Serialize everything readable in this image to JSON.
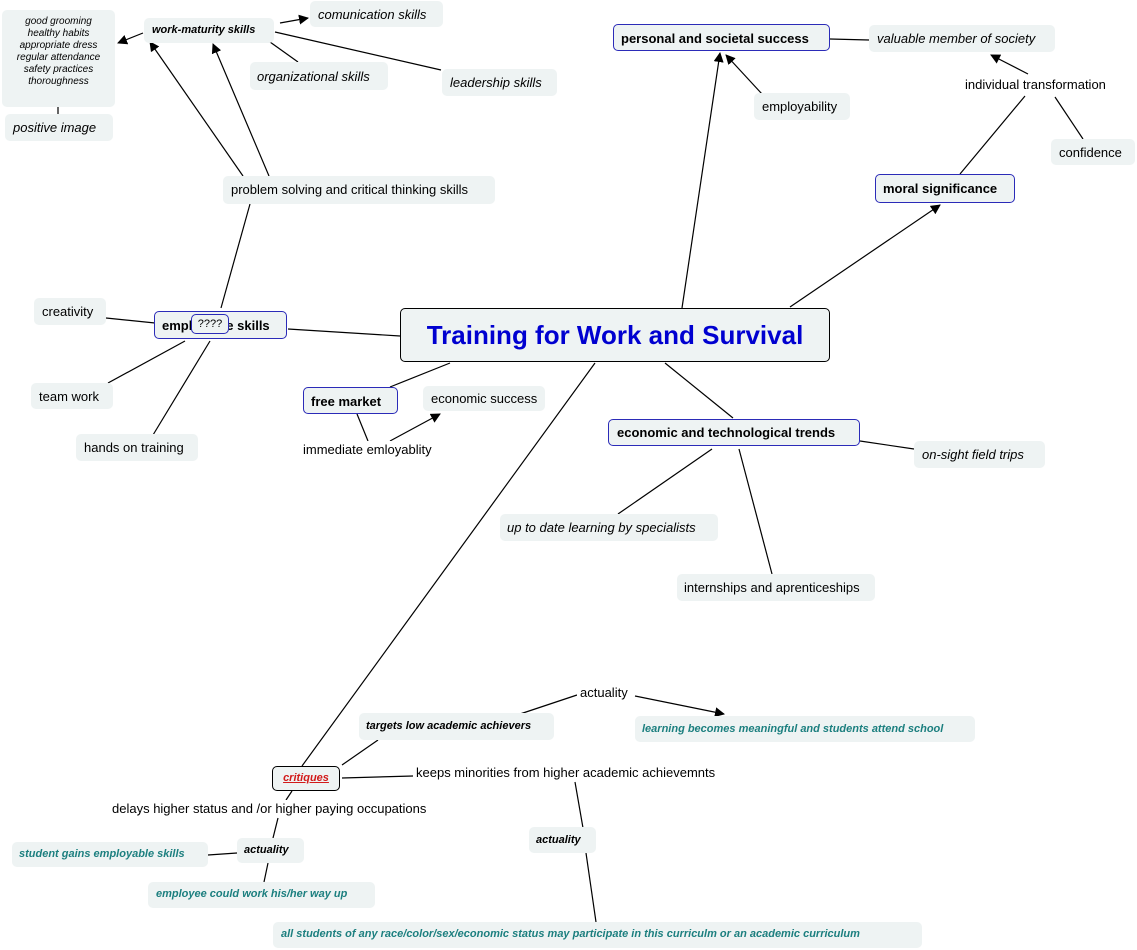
{
  "title": "Training for Work and Survival",
  "nodes": {
    "work_maturity": "work-maturity skills",
    "grooming_list": [
      "good grooming",
      "healthy habits",
      "appropriate dress",
      "regular attendance",
      "safety practices",
      "thoroughness"
    ],
    "positive_image": "positive image",
    "communication": "comunication skills",
    "organizational": "organizational skills",
    "leadership": "leadership skills",
    "problem_solving": "problem solving and critical thinking skills",
    "creativity": "creativity",
    "employable": "employable skills",
    "qmarks": "????",
    "team_work": "team work",
    "hands_on": "hands on training",
    "free_market": "free market",
    "economic_success": "economic success",
    "immediate": "immediate emloyablity",
    "personal_success": "personal and societal success",
    "valuable_member": "valuable member of society",
    "employability": "employability",
    "individual_transformation": "individual transformation",
    "confidence": "confidence",
    "moral": "moral significance",
    "trends": "economic and technological trends",
    "field_trips": "on-sight field trips",
    "up_to_date": "up to date learning by specialists",
    "internships": "internships and aprenticeships",
    "actuality_top": "actuality",
    "targets_low": "targets low academic achievers",
    "meaningful": "learning becomes meaningful and students attend school",
    "critiques": "critiques",
    "keeps_minorities": "keeps minorities from higher academic achievemnts",
    "delays": "delays higher status and /or higher paying occupations",
    "actuality_right": "actuality",
    "actuality_left": "actuality",
    "gains_skills": "student gains employable skills",
    "work_way_up": "employee could work his/her way up",
    "all_students": "all students of any race/color/sex/economic status may participate in this curriculm or an academic curriculum"
  },
  "colors": {
    "title": "#0000d0",
    "concept_border": "#2b2bb8",
    "node_fill": "#eef3f3",
    "critiques_text": "#d21a1a",
    "teal_text": "#1c7f7f"
  }
}
